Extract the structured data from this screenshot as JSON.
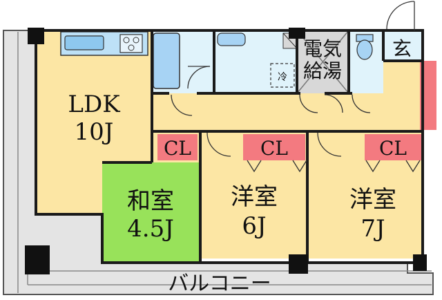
{
  "rooms": {
    "ldk": {
      "name": "LDK",
      "size": "10J"
    },
    "washitsu": {
      "name": "和室",
      "size": "4.5J"
    },
    "yoshitsu_a": {
      "name": "洋室",
      "size": "6J"
    },
    "yoshitsu_b": {
      "name": "洋室",
      "size": "7J"
    },
    "genkan": {
      "name": "玄"
    },
    "water_heater": {
      "line1": "電気",
      "line2": "給湯"
    },
    "fridge_mark": "冷"
  },
  "closets": {
    "label": "CL"
  },
  "balcony": {
    "label": "バルコニー"
  },
  "colors": {
    "living_floor": "#fce6a4",
    "tatami": "#98e25a",
    "closet": "#f37a80",
    "wet_area": "#e0f3fb",
    "bath": "#a7d3f4",
    "balcony": "#e4e4e4",
    "walls": "#1a1a1a"
  }
}
